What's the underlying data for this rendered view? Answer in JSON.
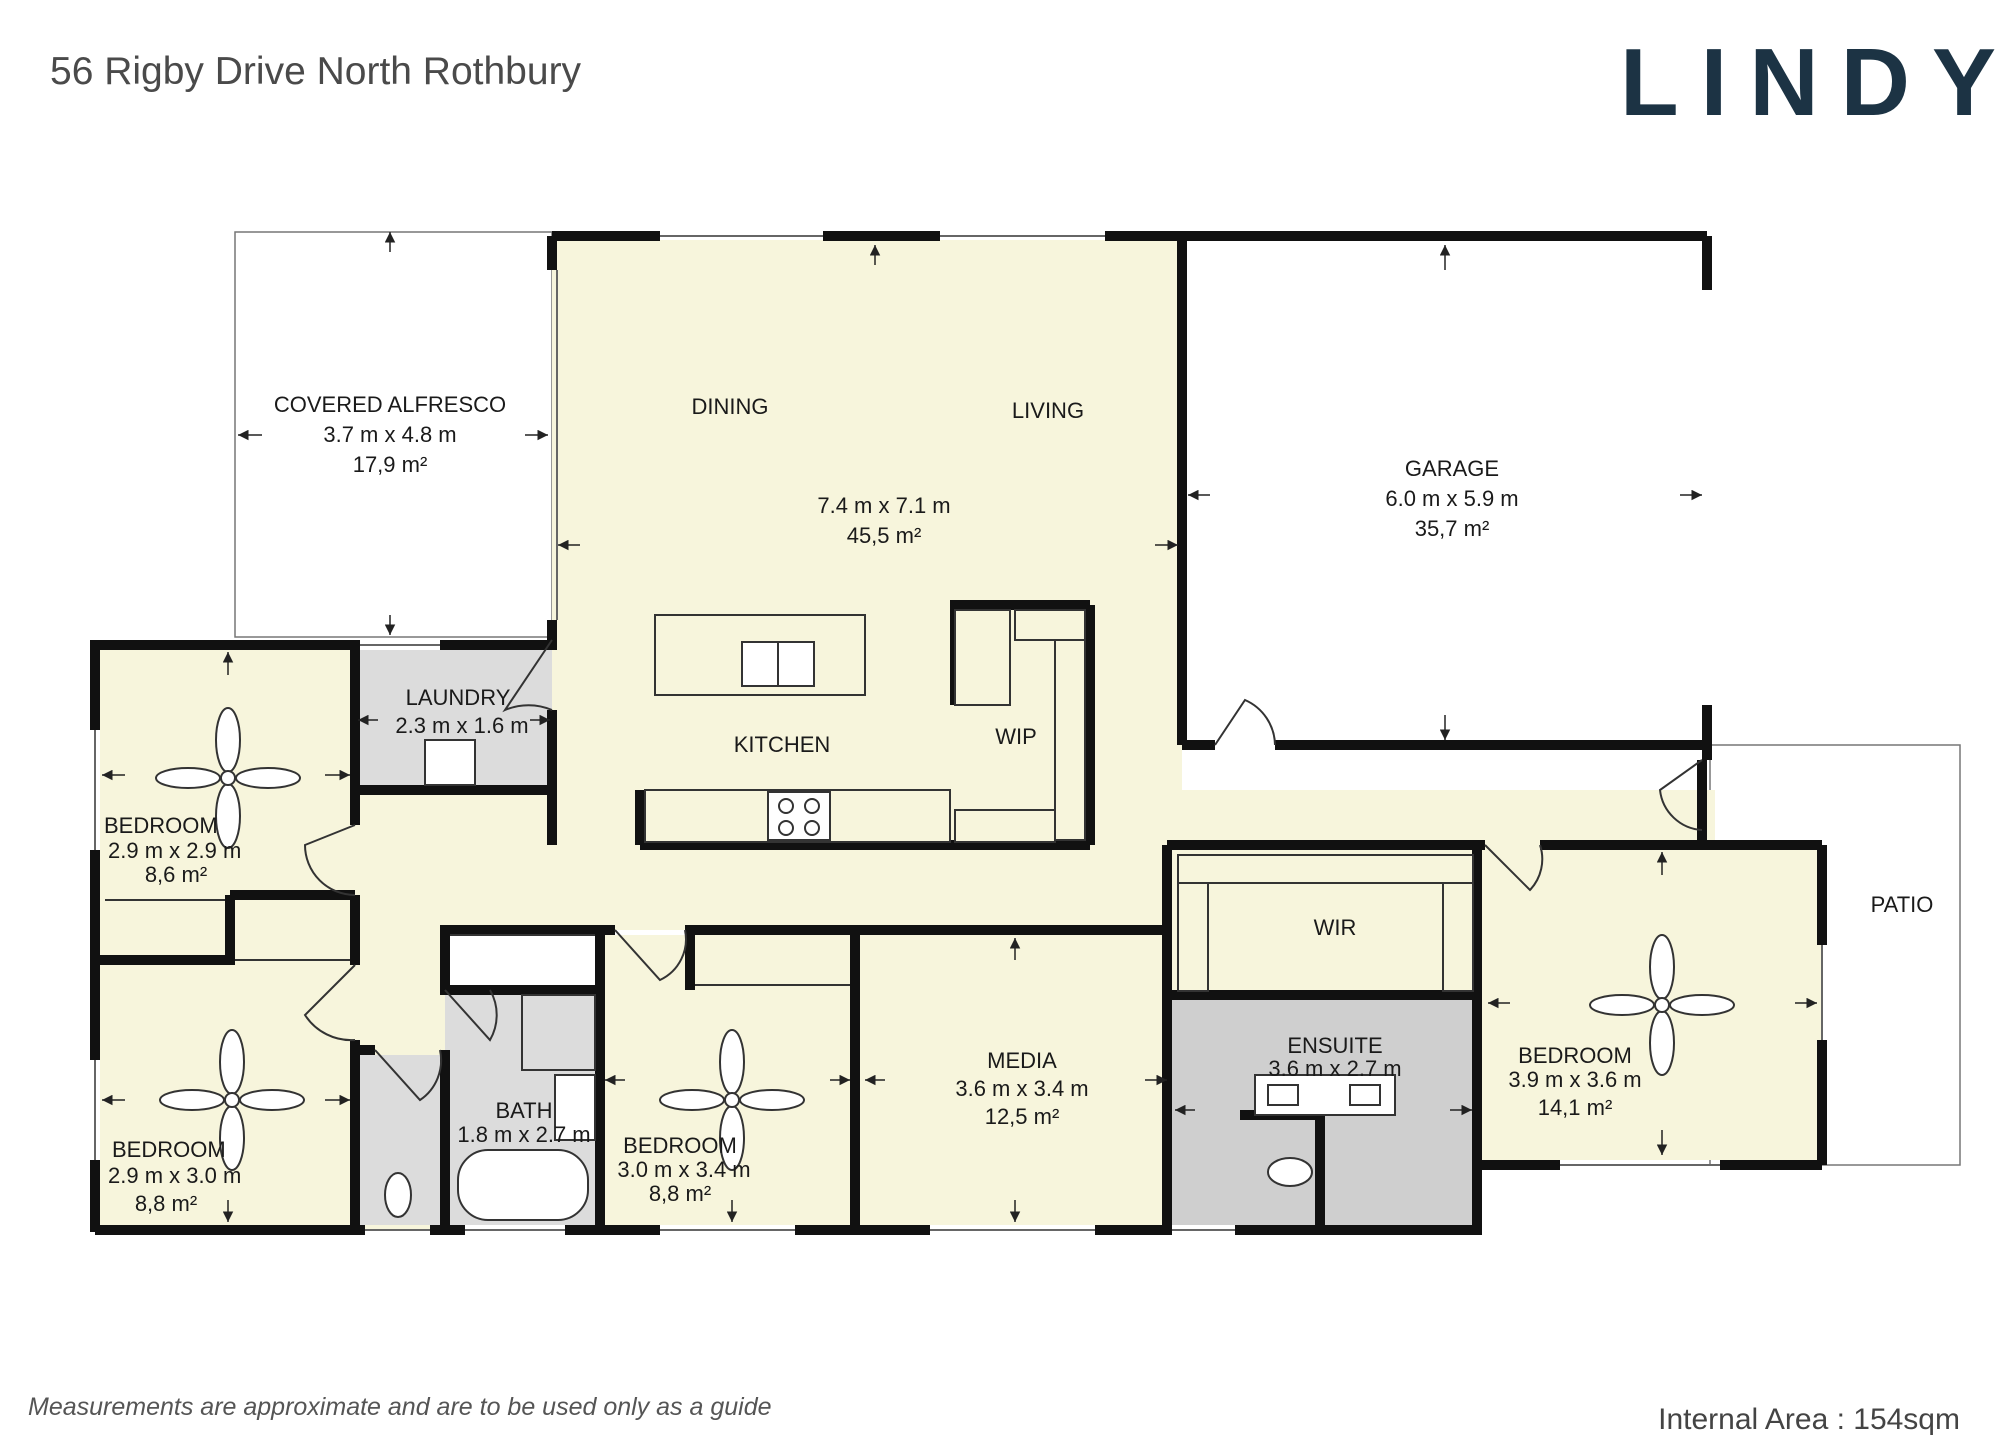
{
  "header": {
    "address": "56 Rigby Drive North Rothbury",
    "brand": "LINDY"
  },
  "footer": {
    "disclaimer": "Measurements are approximate and are to be used only as a guide",
    "internal_area": "Internal Area : 154sqm"
  },
  "colors": {
    "living_fill": "#f7f5dc",
    "wet_fill": "#dcdcdc",
    "ensuite_fill": "#cfcfcf",
    "outdoor_fill": "#ffffff",
    "wall": "#111111",
    "brand": "#1c3344"
  },
  "rooms": {
    "alfresco": {
      "name": "COVERED ALFRESCO",
      "size": "3.7 m x 4.8 m",
      "area": "17,9 m²"
    },
    "dining": {
      "name": "DINING"
    },
    "living": {
      "name": "LIVING",
      "size": "7.4 m x 7.1 m",
      "area": "45,5 m²"
    },
    "garage": {
      "name": "GARAGE",
      "size": "6.0 m x 5.9 m",
      "area": "35,7 m²"
    },
    "laundry": {
      "name": "LAUNDRY",
      "size": "2.3 m x 1.6 m"
    },
    "kitchen": {
      "name": "KITCHEN"
    },
    "wip": {
      "name": "WIP"
    },
    "bed1": {
      "name": "BEDROOM",
      "size": "2.9 m x 2.9 m",
      "area": "8,6 m²"
    },
    "bed2": {
      "name": "BEDROOM",
      "size": "2.9 m x 3.0 m",
      "area": "8,8 m²"
    },
    "bath": {
      "name": "BATH",
      "size": "1.8 m x 2.7 m"
    },
    "bed3": {
      "name": "BEDROOM",
      "size": "3.0 m x 3.4 m",
      "area": "8,8 m²"
    },
    "media": {
      "name": "MEDIA",
      "size": "3.6 m x 3.4 m",
      "area": "12,5 m²"
    },
    "wir": {
      "name": "WIR"
    },
    "ensuite": {
      "name": "ENSUITE",
      "size": "3.6 m x 2.7 m"
    },
    "master": {
      "name": "BEDROOM",
      "size": "3.9 m x 3.6 m",
      "area": "14,1 m²"
    },
    "patio": {
      "name": "PATIO"
    }
  }
}
